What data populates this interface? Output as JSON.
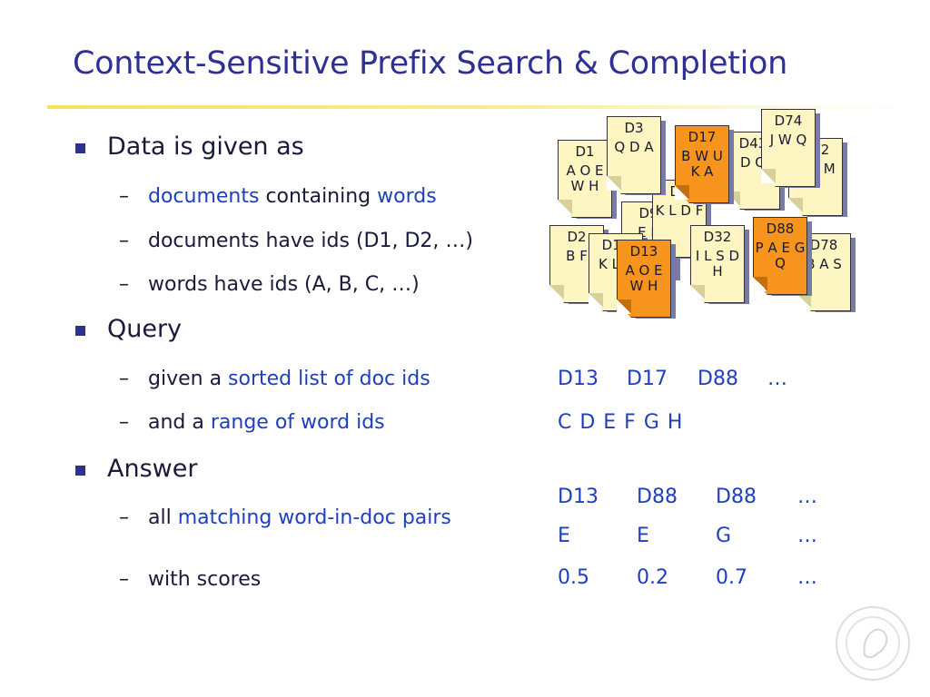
{
  "slide": {
    "title": "Context-Sensitive Prefix Search & Completion"
  },
  "bullets": {
    "data": {
      "label": "Data is given as",
      "sub1_a": "documents",
      "sub1_b": " containing ",
      "sub1_c": "words",
      "sub2": "documents have ids (D1, D2, …)",
      "sub3": "words have ids (A, B, C, …)"
    },
    "query": {
      "label": "Query",
      "sub1_a": "given a ",
      "sub1_b": "sorted list of doc ids",
      "sub2_a": "and a ",
      "sub2_b": "range of word ids"
    },
    "answer": {
      "label": "Answer",
      "sub1_a": "all ",
      "sub1_b": "matching word-in-doc pairs",
      "sub2": "with scores"
    }
  },
  "documents": [
    {
      "id": "D1",
      "text": "A O E W H",
      "highlight": false
    },
    {
      "id": "D3",
      "text": "Q D A",
      "highlight": false
    },
    {
      "id": "D17",
      "text": "B W U K A",
      "highlight": true
    },
    {
      "id": "D43",
      "text": "D Q",
      "highlight": false
    },
    {
      "id": "D74",
      "text": "J W Q",
      "highlight": false
    },
    {
      "id": "D92",
      "text": "D E M",
      "highlight": false
    },
    {
      "id": "D5",
      "text": "K L D F",
      "highlight": false
    },
    {
      "id": "D9",
      "text": "E E",
      "highlight": false
    },
    {
      "id": "D2",
      "text": "B F",
      "highlight": false
    },
    {
      "id": "D12",
      "text": "K L A",
      "highlight": false
    },
    {
      "id": "D13",
      "text": "A O E W H",
      "highlight": true
    },
    {
      "id": "D32",
      "text": "I L S D H",
      "highlight": false
    },
    {
      "id": "D88",
      "text": "P A E G Q",
      "highlight": true
    },
    {
      "id": "D78",
      "text": "B A S",
      "highlight": false
    }
  ],
  "query_example": {
    "doc_ids": [
      "D13",
      "D17",
      "D88",
      "…"
    ],
    "word_range": "C D E F G H"
  },
  "answer_example": {
    "docs": [
      "D13",
      "D88",
      "D88",
      "…"
    ],
    "words": [
      "E",
      "E",
      "G",
      "…"
    ],
    "scores": [
      "0.5",
      "0.2",
      "0.7",
      "…"
    ]
  },
  "colors": {
    "title": "#2e3192",
    "highlight_text": "#1f3fbf",
    "doc_paper": "#fdf6c3",
    "doc_highlight": "#f7941d"
  }
}
